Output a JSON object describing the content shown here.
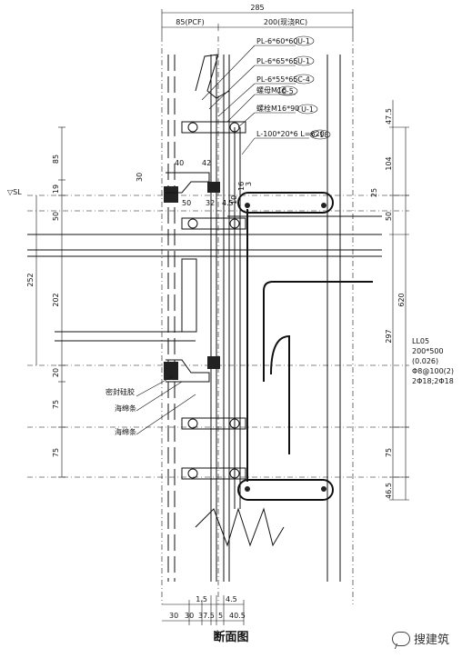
{
  "drawing": {
    "caption": "断面图",
    "watermark": "搜建筑",
    "level_mark": "▽SL",
    "top_dims": {
      "total": "285",
      "left": "85(PCF)",
      "right": "200(现浇RC)"
    },
    "callouts": [
      "PL-6*60*60",
      "PL-6*65*65",
      "PL-6*55*65",
      "螺母M16",
      "螺栓M16*90",
      "L-100*20*6 L=620"
    ],
    "tags": [
      "U-1",
      "U-1",
      "C-4",
      "C-5",
      "U-1",
      "C-18"
    ],
    "dims_left": [
      "85",
      "19",
      "50",
      "252",
      "202",
      "20",
      "75",
      "75"
    ],
    "dims_right": [
      "47.5",
      "104",
      "25",
      "50",
      "620",
      "297",
      "75",
      "46.5"
    ],
    "dims_inner": [
      "40",
      "42",
      "30",
      "50",
      "32",
      "4.5",
      "10",
      "16",
      "3"
    ],
    "bottom_dims": {
      "top": [
        "1.5",
        "4.5"
      ],
      "bottom": [
        "30",
        "30",
        "37.5",
        "5",
        "40.5"
      ]
    },
    "beam_label": [
      "LL05",
      "200*500",
      "(0.026)",
      "Φ8@100(2)",
      "2Φ18;2Φ18"
    ],
    "material_labels": [
      "密封硅胶",
      "海绵条",
      "海绵条"
    ]
  }
}
